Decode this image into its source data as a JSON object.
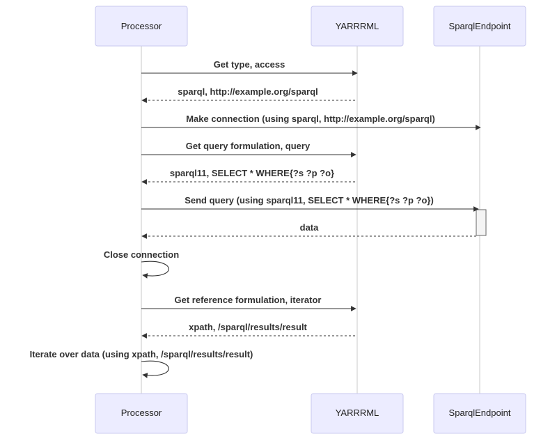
{
  "actors": [
    {
      "id": "processor",
      "label": "Processor"
    },
    {
      "id": "yarrrml",
      "label": "YARRRML"
    },
    {
      "id": "endpoint",
      "label": "SparqlEndpoint"
    }
  ],
  "messages": [
    {
      "from": "processor",
      "to": "yarrrml",
      "label": "Get type, access",
      "style": "solid"
    },
    {
      "from": "yarrrml",
      "to": "processor",
      "label": "sparql, http://example.org/sparql",
      "style": "dashed"
    },
    {
      "from": "processor",
      "to": "endpoint",
      "label": "Make connection (using sparql, http://example.org/sparql)",
      "style": "solid"
    },
    {
      "from": "processor",
      "to": "yarrrml",
      "label": "Get query formulation, query",
      "style": "solid"
    },
    {
      "from": "yarrrml",
      "to": "processor",
      "label": "sparql11, SELECT * WHERE{?s ?p ?o}",
      "style": "dashed"
    },
    {
      "from": "processor",
      "to": "endpoint",
      "label": "Send query (using sparql11, SELECT * WHERE{?s ?p ?o})",
      "style": "solid"
    },
    {
      "from": "endpoint",
      "to": "processor",
      "label": "data",
      "style": "dashed"
    },
    {
      "from": "processor",
      "to": "processor",
      "label": "Close connection",
      "style": "self"
    },
    {
      "from": "processor",
      "to": "yarrrml",
      "label": "Get reference formulation, iterator",
      "style": "solid"
    },
    {
      "from": "yarrrml",
      "to": "processor",
      "label": "xpath, /sparql/results/result",
      "style": "dashed"
    },
    {
      "from": "processor",
      "to": "processor",
      "label": "Iterate over data (using xpath, /sparql/results/result)",
      "style": "self"
    }
  ]
}
